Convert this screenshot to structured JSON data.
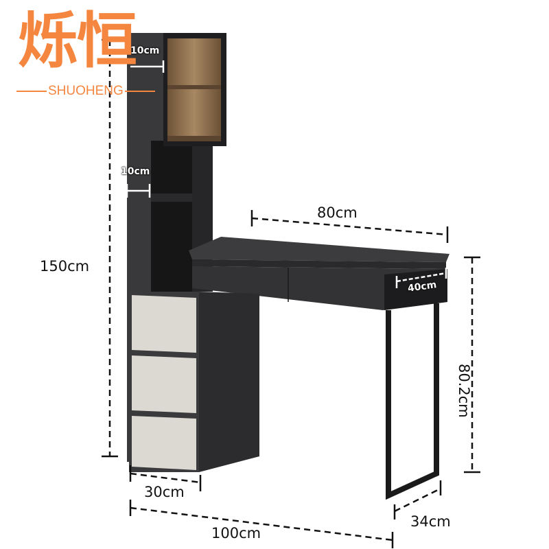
{
  "brand": {
    "name_cn": "烁恒",
    "name_en": "SHUOHENG",
    "color": "#f4863f"
  },
  "product": {
    "type": "desk-with-tower-shelf",
    "colors": {
      "body": "#2b2b2d",
      "drawer_fronts": "#d8d4ce",
      "shelf_interior": "#8a6d4d"
    }
  },
  "dimensions": {
    "total_height": "150cm",
    "total_width": "100cm",
    "desk_width": "80cm",
    "desk_height": "80.2cm",
    "desk_depth": "34cm",
    "cabinet_width": "30cm",
    "desk_drawer_width": "40cm",
    "shelf_depth": "10cm",
    "top_shelf_depth": "10cm"
  }
}
